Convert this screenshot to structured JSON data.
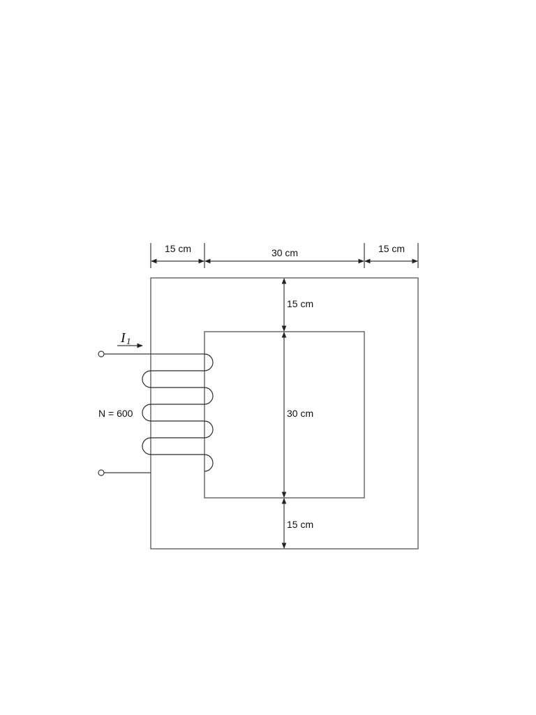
{
  "dimensions": {
    "left_width": "15 cm",
    "window_width": "30 cm",
    "right_width": "15 cm",
    "top_height": "15 cm",
    "window_height": "30 cm",
    "bottom_height": "15 cm"
  },
  "winding": {
    "turns_label": "N = 600",
    "current_symbol": "I",
    "current_subscript": "1"
  },
  "colors": {
    "line": "#3a3a3a",
    "text": "#111111",
    "background": "#ffffff"
  }
}
